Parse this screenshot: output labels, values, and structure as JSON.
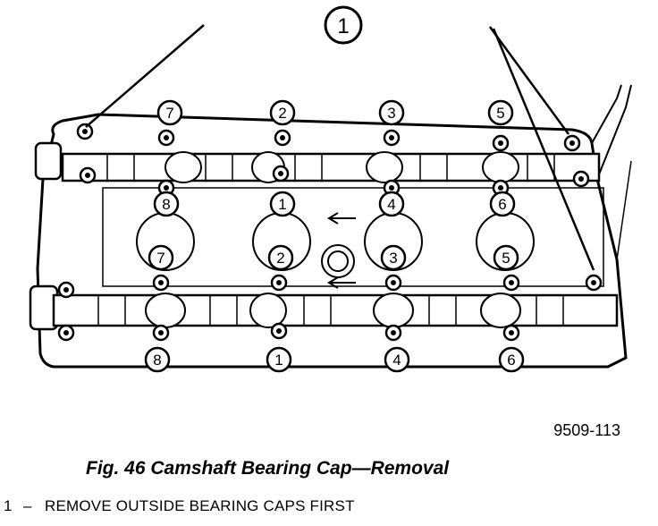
{
  "callout": {
    "number": "1"
  },
  "cap_labels": {
    "top_row": [
      "7",
      "2",
      "3",
      "5"
    ],
    "upper_inner": [
      "8",
      "1",
      "4",
      "6"
    ],
    "lower_inner": [
      "7",
      "2",
      "3",
      "5"
    ],
    "bottom_row": [
      "8",
      "1",
      "4",
      "6"
    ]
  },
  "figure_id": "9509-113",
  "caption": "Fig. 46 Camshaft Bearing Cap—Removal",
  "legend": [
    {
      "number": "1",
      "dash": "–",
      "text": "REMOVE OUTSIDE BEARING CAPS FIRST"
    }
  ],
  "colors": {
    "ink": "#000000",
    "paper": "#ffffff"
  }
}
